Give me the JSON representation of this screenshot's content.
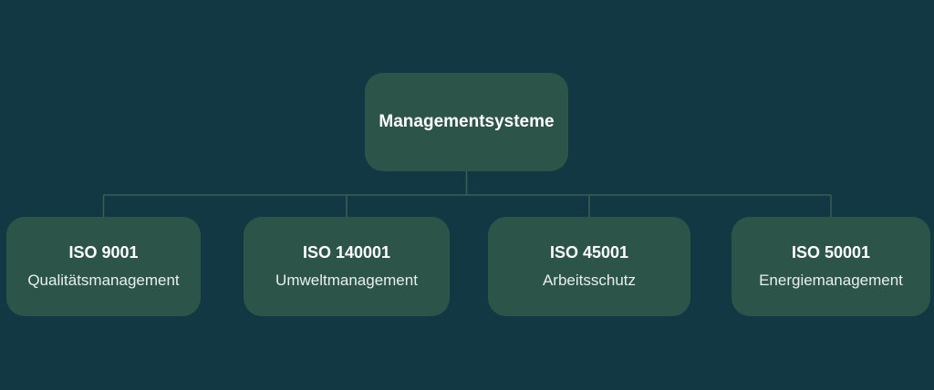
{
  "diagram": {
    "root": {
      "label": "Managementsysteme"
    },
    "children": [
      {
        "title": "ISO 9001",
        "subtitle": "Qualitätsmanagement"
      },
      {
        "title": "ISO 140001",
        "subtitle": "Umweltmanagement"
      },
      {
        "title": "ISO 45001",
        "subtitle": "Arbeitsschutz"
      },
      {
        "title": "ISO 50001",
        "subtitle": "Energiemanagement"
      }
    ],
    "colors": {
      "background": "#113843",
      "box_fill": "#2d5448",
      "connector": "#3a5f53",
      "title_text": "#ffffff",
      "subtitle_text": "#e9efec"
    }
  }
}
